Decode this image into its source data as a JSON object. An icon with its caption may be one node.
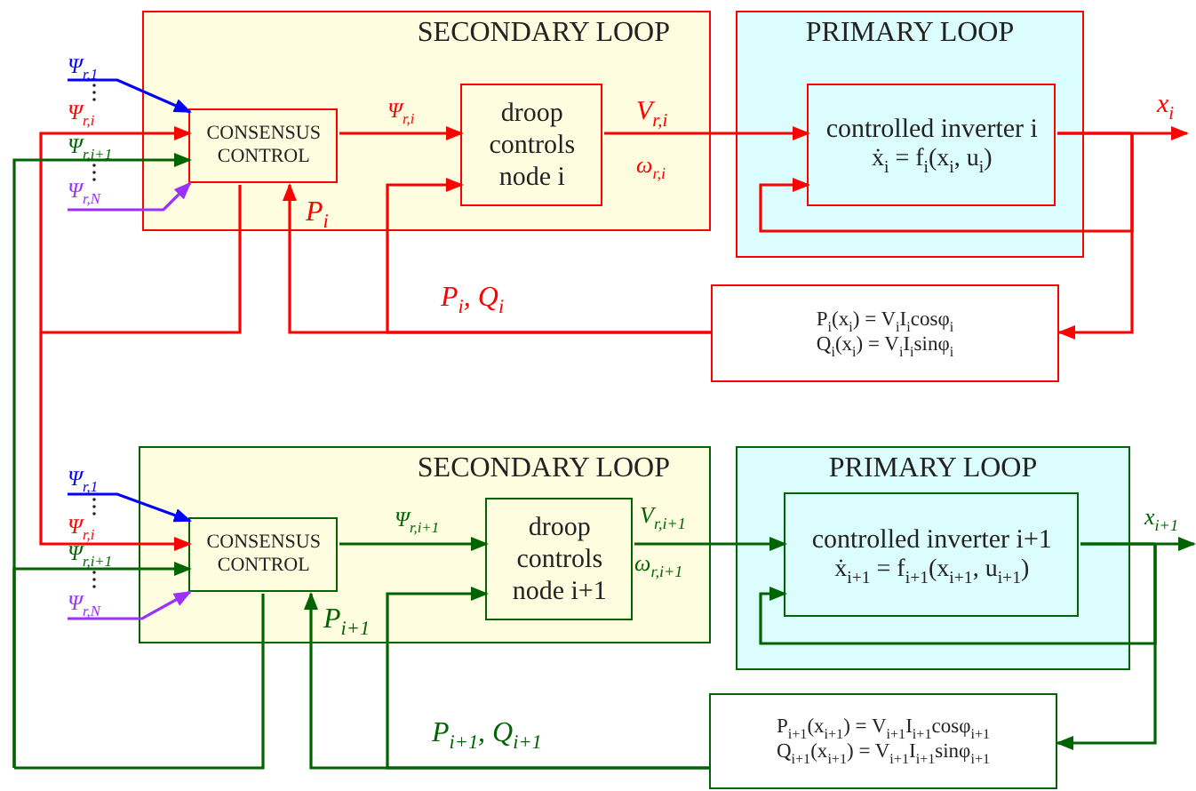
{
  "diagram": {
    "nodes": [
      {
        "text": [
          "SECONDARY LOOP"
        ]
      },
      {
        "text": [
          "PRIMARY LOOP"
        ]
      },
      {
        "text": [
          "CONSENSUS CONTROL"
        ],
        "in": 0
      },
      {
        "text": [
          "droop controls node i"
        ],
        "in": 0
      },
      {
        "text": [
          "controlled inverter i",
          "ẋ$_{i}$ = f$_{i}$(x$_{i}$, u$_{i}$)"
        ],
        "in": 1
      },
      {
        "text": [
          "P$_{i}$(x$_{i}$) = V$_{i}$I$_{i}$cosφ$_{i}$",
          "Q$_{i}$(x$_{i}$) = V$_{i}$I$_{i}$sinφ$_{i}$"
        ]
      },
      {
        "text": [
          "SECONDARY LOOP"
        ]
      },
      {
        "text": [
          "PRIMARY LOOP"
        ]
      },
      {
        "text": [
          "CONSENSUS CONTROL"
        ],
        "in": 6
      },
      {
        "text": [
          "droop controls node i+1"
        ],
        "in": 6
      },
      {
        "text": [
          "controlled inverter i+1",
          "ẋ$_{i+1}$ = f$_{i+1}$(x$_{i+1}$, u$_{i+1}$)"
        ],
        "in": 7
      },
      {
        "text": [
          "P$_{i+1}$(x$_{i+1}$) = V$_{i+1}$I$_{i+1}$cosφ$_{i+1}$",
          "Q$_{i+1}$(x$_{i+1}$) = V$_{i+1}$I$_{i+1}$sinφ$_{i+1}$"
        ]
      }
    ],
    "edges": [
      {
        "from": null,
        "to": 2,
        "arrow": "to",
        "label": "Ψ$_{r,1}$",
        "color": "#0000ff"
      },
      {
        "from": null,
        "to": 2,
        "arrow": "to",
        "label": "Ψ$_{r,N}$",
        "color": "#9b30ff"
      },
      {
        "from": 2,
        "to": 2,
        "arrow": "to",
        "label": "Ψ$_{r,i}$",
        "color": "#ff0000"
      },
      {
        "from": 2,
        "to": 8,
        "arrow": "to",
        "label": "Ψ$_{r,i}$",
        "color": "#ff0000"
      },
      {
        "from": 8,
        "to": 8,
        "arrow": "to",
        "label": "Ψ$_{r,i+1}$",
        "color": "#006400"
      },
      {
        "from": 8,
        "to": 2,
        "arrow": "to",
        "label": "Ψ$_{r,i+1}$",
        "color": "#006400"
      },
      {
        "from": 2,
        "to": 3,
        "arrow": "to",
        "label": "Ψ$_{r,i}$",
        "color": "#ff0000"
      },
      {
        "from": 3,
        "to": 4,
        "arrow": "to",
        "label": "V$_{r,i}$",
        "color": "#ff0000"
      },
      {
        "from": 4,
        "to": null,
        "arrow": "to",
        "label": "x$_{i}$",
        "color": "#ff0000"
      },
      {
        "from": 4,
        "to": 4,
        "arrow": "to",
        "color": "#ff0000"
      },
      {
        "from": 4,
        "to": 5,
        "arrow": "to",
        "color": "#ff0000"
      },
      {
        "from": 5,
        "to": 2,
        "arrow": "to",
        "label": "P$_{i}$",
        "color": "#ff0000"
      },
      {
        "from": 5,
        "to": 3,
        "arrow": "to",
        "label": "P$_{i}$, Q$_{i}$",
        "color": "#ff0000"
      },
      {
        "from": null,
        "to": 8,
        "arrow": "to",
        "label": "Ψ$_{r,1}$",
        "color": "#0000ff"
      },
      {
        "from": null,
        "to": 8,
        "arrow": "to",
        "label": "Ψ$_{r,N}$",
        "color": "#9b30ff"
      },
      {
        "from": 8,
        "to": 9,
        "arrow": "to",
        "label": "Ψ$_{r,i+1}$",
        "color": "#006400"
      },
      {
        "from": 9,
        "to": 10,
        "arrow": "to",
        "label": "V$_{r,i+1}$",
        "color": "#006400"
      },
      {
        "from": 10,
        "to": null,
        "arrow": "to",
        "label": "x$_{i+1}$",
        "color": "#006400"
      },
      {
        "from": 10,
        "to": 10,
        "arrow": "to",
        "color": "#006400"
      },
      {
        "from": 10,
        "to": 11,
        "arrow": "to",
        "color": "#006400"
      },
      {
        "from": 11,
        "to": 8,
        "arrow": "to",
        "label": "P$_{i+1}$",
        "color": "#006400"
      },
      {
        "from": 11,
        "to": 9,
        "arrow": "to",
        "label": "P$_{i+1}$, Q$_{i+1}$",
        "color": "#006400"
      }
    ],
    "labels": [
      "ω$_{r,i}$",
      "ω$_{r,i+1}$"
    ]
  }
}
